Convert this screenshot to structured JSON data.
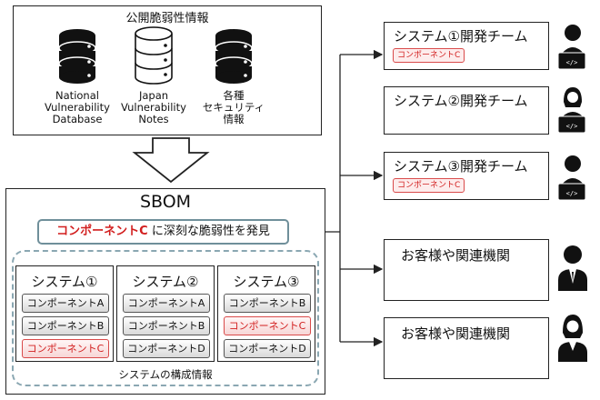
{
  "public_info": {
    "title": "公開脆弱性情報",
    "sources": [
      {
        "label": "National\nVulnerability\nDatabase",
        "icon": "server-database-icon-dark"
      },
      {
        "label": "Japan\nVulnerability\nNotes",
        "icon": "server-database-icon-light"
      },
      {
        "label": "各種\nセキュリティ\n情報",
        "icon": "server-database-icon-dark"
      }
    ]
  },
  "sbom": {
    "title": "SBOM",
    "alert_highlight": "コンポーネントC",
    "alert_text": " に深刻な脆弱性を発見",
    "systems_caption": "システムの構成情報",
    "systems": [
      {
        "title": "システム①",
        "components": [
          {
            "label": "コンポーネントA",
            "vulnerable": false
          },
          {
            "label": "コンポーネントB",
            "vulnerable": false
          },
          {
            "label": "コンポーネントC",
            "vulnerable": true
          }
        ]
      },
      {
        "title": "システム②",
        "components": [
          {
            "label": "コンポーネントA",
            "vulnerable": false
          },
          {
            "label": "コンポーネントB",
            "vulnerable": false
          },
          {
            "label": "コンポーネントD",
            "vulnerable": false
          }
        ]
      },
      {
        "title": "システム③",
        "components": [
          {
            "label": "コンポーネントB",
            "vulnerable": false
          },
          {
            "label": "コンポーネントC",
            "vulnerable": true
          },
          {
            "label": "コンポーネントD",
            "vulnerable": false
          }
        ]
      }
    ]
  },
  "recipients": [
    {
      "title": "システム①開発チーム",
      "tag": "コンポーネントC",
      "icon": "developer-man-icon"
    },
    {
      "title": "システム②開発チーム",
      "tag": "",
      "icon": "developer-woman-icon"
    },
    {
      "title": "システム③開発チーム",
      "tag": "コンポーネントC",
      "icon": "developer-man-icon"
    },
    {
      "title": "お客様や関連機関",
      "tag": "",
      "icon": "businessman-icon"
    },
    {
      "title": "お客様や関連機関",
      "tag": "",
      "icon": "businesswoman-icon"
    }
  ],
  "colors": {
    "accent_red": "#d21f1f",
    "alert_border": "#6f8f9a",
    "dashed_border": "#8aa7b2"
  }
}
